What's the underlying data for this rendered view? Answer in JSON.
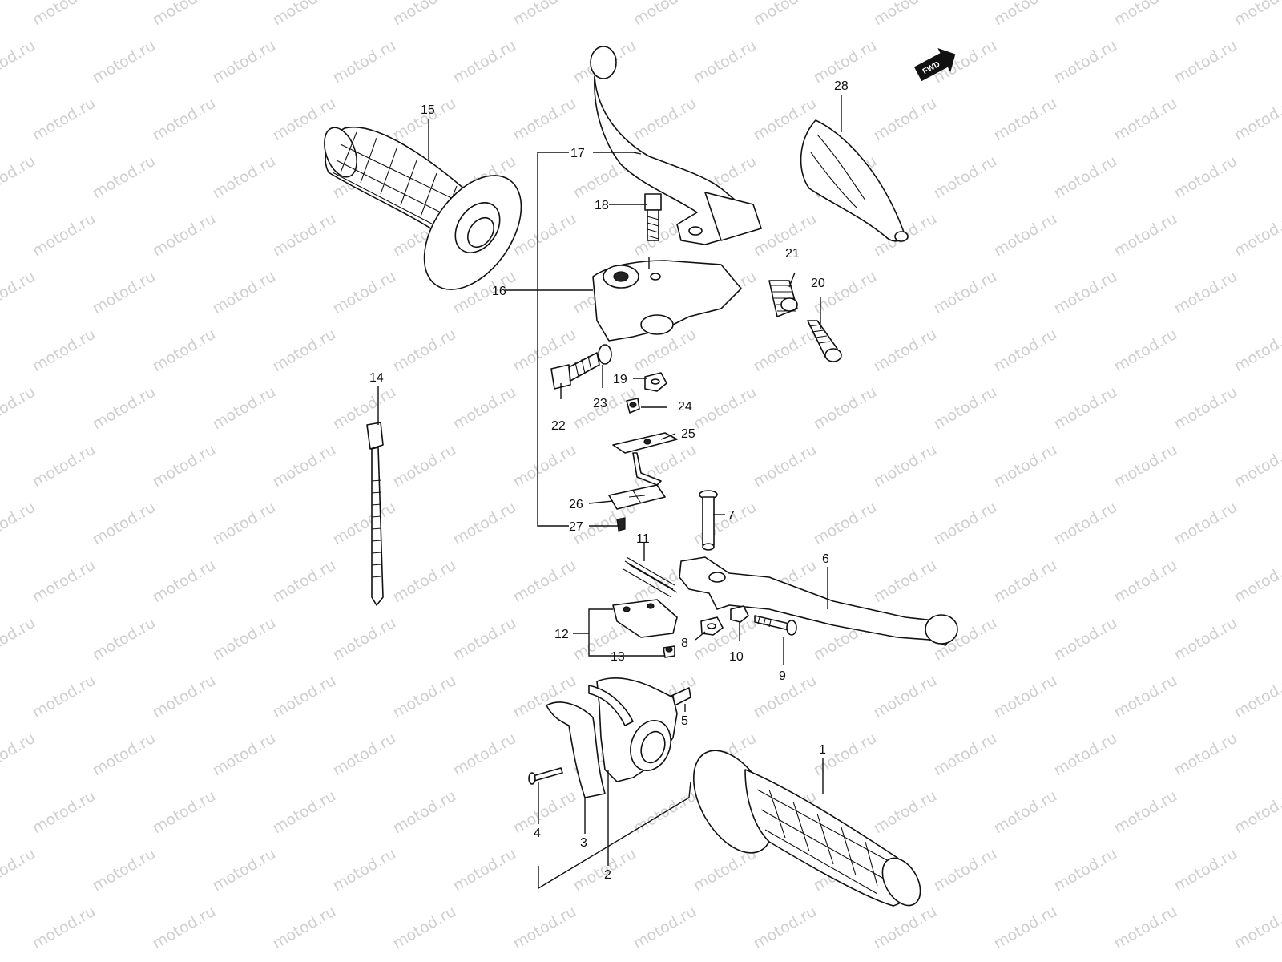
{
  "watermark": {
    "text": "motod.ru",
    "color": "#cfcfcf"
  },
  "fwd_label": "FWD",
  "callouts": [
    {
      "id": "1",
      "text": "1"
    },
    {
      "id": "2",
      "text": "2"
    },
    {
      "id": "3",
      "text": "3"
    },
    {
      "id": "4",
      "text": "4"
    },
    {
      "id": "5",
      "text": "5"
    },
    {
      "id": "6",
      "text": "6"
    },
    {
      "id": "7",
      "text": "7"
    },
    {
      "id": "8",
      "text": "8"
    },
    {
      "id": "9",
      "text": "9"
    },
    {
      "id": "10",
      "text": "10"
    },
    {
      "id": "11",
      "text": "11"
    },
    {
      "id": "12",
      "text": "12"
    },
    {
      "id": "13",
      "text": "13"
    },
    {
      "id": "14",
      "text": "14"
    },
    {
      "id": "15",
      "text": "15"
    },
    {
      "id": "16",
      "text": "16"
    },
    {
      "id": "17",
      "text": "17"
    },
    {
      "id": "18",
      "text": "18"
    },
    {
      "id": "19",
      "text": "19"
    },
    {
      "id": "20",
      "text": "20"
    },
    {
      "id": "21",
      "text": "21"
    },
    {
      "id": "22",
      "text": "22"
    },
    {
      "id": "23",
      "text": "23"
    },
    {
      "id": "24",
      "text": "24"
    },
    {
      "id": "25",
      "text": "25"
    },
    {
      "id": "26",
      "text": "26"
    },
    {
      "id": "27",
      "text": "27"
    },
    {
      "id": "28",
      "text": "28"
    }
  ]
}
